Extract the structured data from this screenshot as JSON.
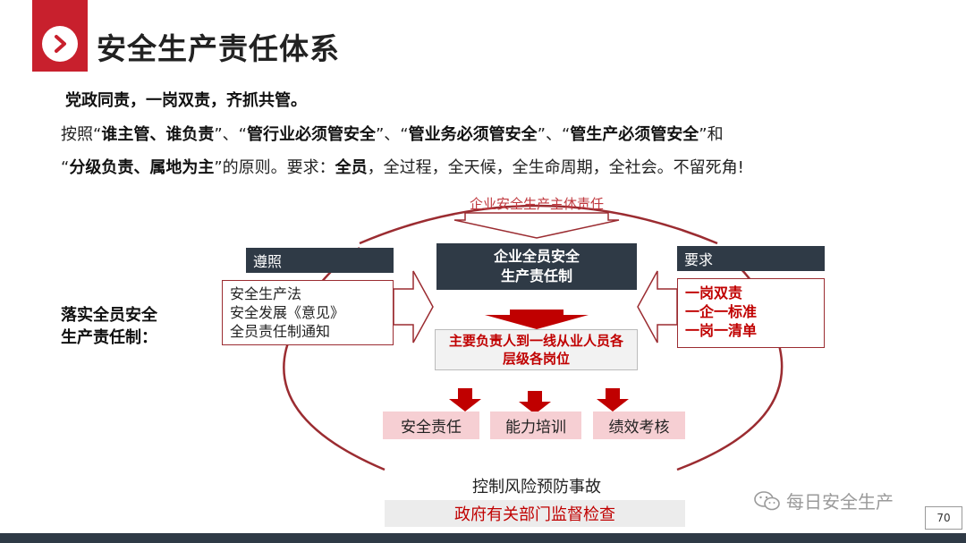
{
  "header": {
    "title": "安全生产责任体系",
    "badge_icon": "chevron-right-icon"
  },
  "intro": {
    "line1": "党政同责，一岗双责，齐抓共管。",
    "line2": {
      "p1": "按照“",
      "b1": "谁主管、谁负责",
      "p2": "”、“",
      "b2": "管行业必须管安全",
      "p3": "”、“",
      "b3": "管业务必须管安全",
      "p4": "”、“",
      "b4": "管生产必须管安全",
      "p5": "”和"
    },
    "line3": {
      "p1": "“",
      "b1": "分级负责、属地为主",
      "p2": "”的原则。要求：",
      "b2": "全员",
      "p3": "，全过程，全天候，全生命周期，全社会。不留死角!"
    }
  },
  "diagram": {
    "top_label": "企业安全生产主体责任",
    "left_header": "遵照",
    "left_items": [
      "安全生产法",
      "安全发展《意见》",
      "全员责任制通知"
    ],
    "center_box": [
      "企业全员安全",
      "生产责任制"
    ],
    "right_header": "要求",
    "right_items": [
      "一岗双责",
      "一企一标准",
      "一岗一清单"
    ],
    "middle_box": [
      "主要负责人到一线从业人员各",
      "层级各岗位"
    ],
    "side_label": [
      "落实全员安全",
      "生产责任制："
    ],
    "outcomes": [
      "安全责任",
      "能力培训",
      "绩效考核"
    ],
    "bottom_text": "控制风险预防事故",
    "bottom_box": "政府有关部门监督检查"
  },
  "footer": {
    "watermark": "每日安全生产",
    "watermark_icon": "wechat-icon",
    "page_number": "70"
  },
  "colors": {
    "accent_red": "#c8202d",
    "dark_navy": "#2f3a46",
    "text_red": "#c00000",
    "pink": "#f6cfd3"
  }
}
